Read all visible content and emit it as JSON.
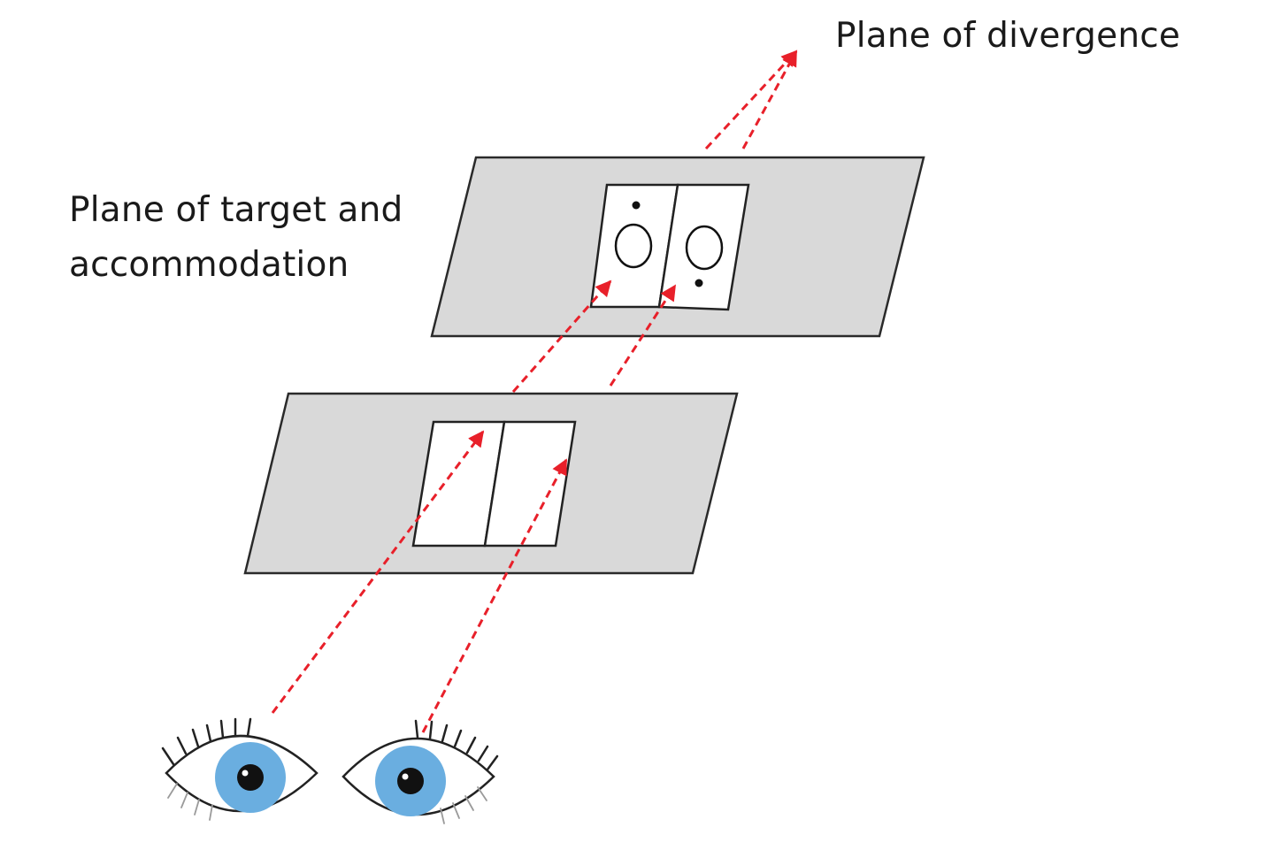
{
  "labels": {
    "divergence": "Plane of divergence",
    "target_line1": "Plane of target and",
    "target_line2": "accommodation"
  },
  "colors": {
    "plane_fill": "#d9d9d9",
    "card_fill": "#ffffff",
    "ray": "#e8202a",
    "iris": "#6aaee0",
    "pupil": "#111111"
  },
  "icons": {
    "eye": "eye-icon"
  }
}
